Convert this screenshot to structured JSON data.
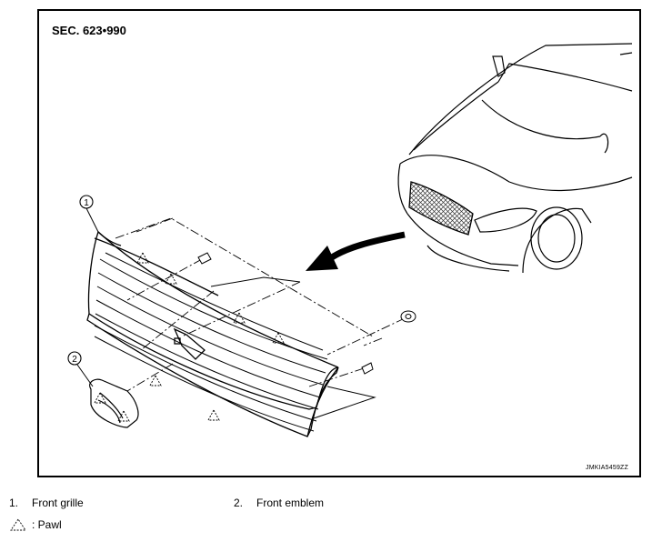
{
  "section_label": "SEC. 623•990",
  "figure_id": "JMKIA5459ZZ",
  "callouts": [
    "1",
    "2"
  ],
  "legend": {
    "items": [
      {
        "number": "1.",
        "label": "Front grille"
      },
      {
        "number": "2.",
        "label": "Front emblem"
      }
    ],
    "symbol_label": ": Pawl",
    "symbol_icon": "pawl-triangle-icon"
  }
}
